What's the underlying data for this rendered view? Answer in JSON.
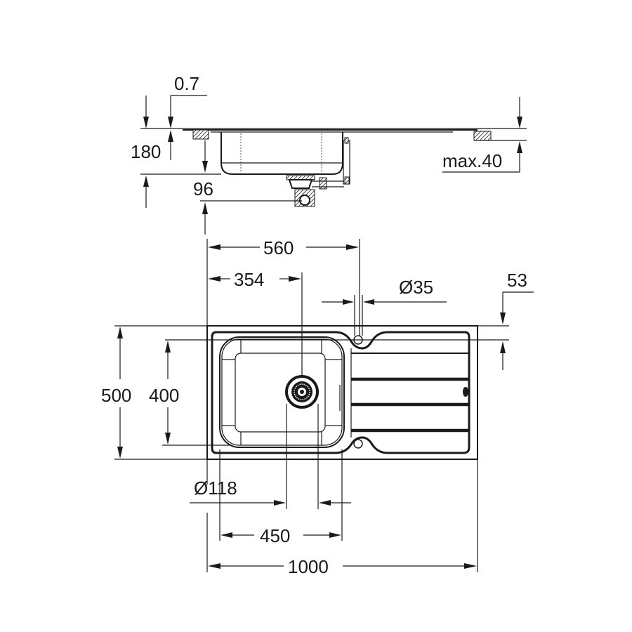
{
  "drawing": {
    "type": "kitchen-sink-dimension-drawing",
    "units": "mm",
    "colors": {
      "line": "#1a1a1a",
      "background": "#ffffff"
    }
  },
  "side_view": {
    "dim_sheet_thickness": "0.7",
    "dim_total_depth": "180",
    "dim_drain_offset": "96",
    "dim_worktop_max": "max.40"
  },
  "top_view": {
    "dim_bowl_right_edge": "560",
    "dim_drain_center": "354",
    "dim_tap_hole": "Ø35",
    "dim_tap_hole_offset": "53",
    "dim_total_width": "500",
    "dim_bowl_width": "400",
    "dim_drain_diameter": "Ø118",
    "dim_bowl_length": "450",
    "dim_total_length": "1000"
  }
}
